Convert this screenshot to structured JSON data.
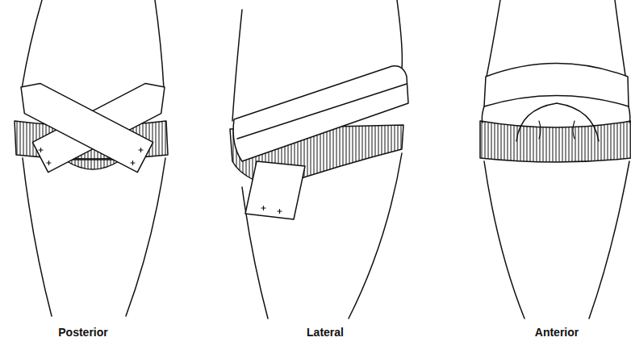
{
  "diagram": {
    "labels": [
      "Posterior",
      "Lateral",
      "Anterior"
    ]
  }
}
